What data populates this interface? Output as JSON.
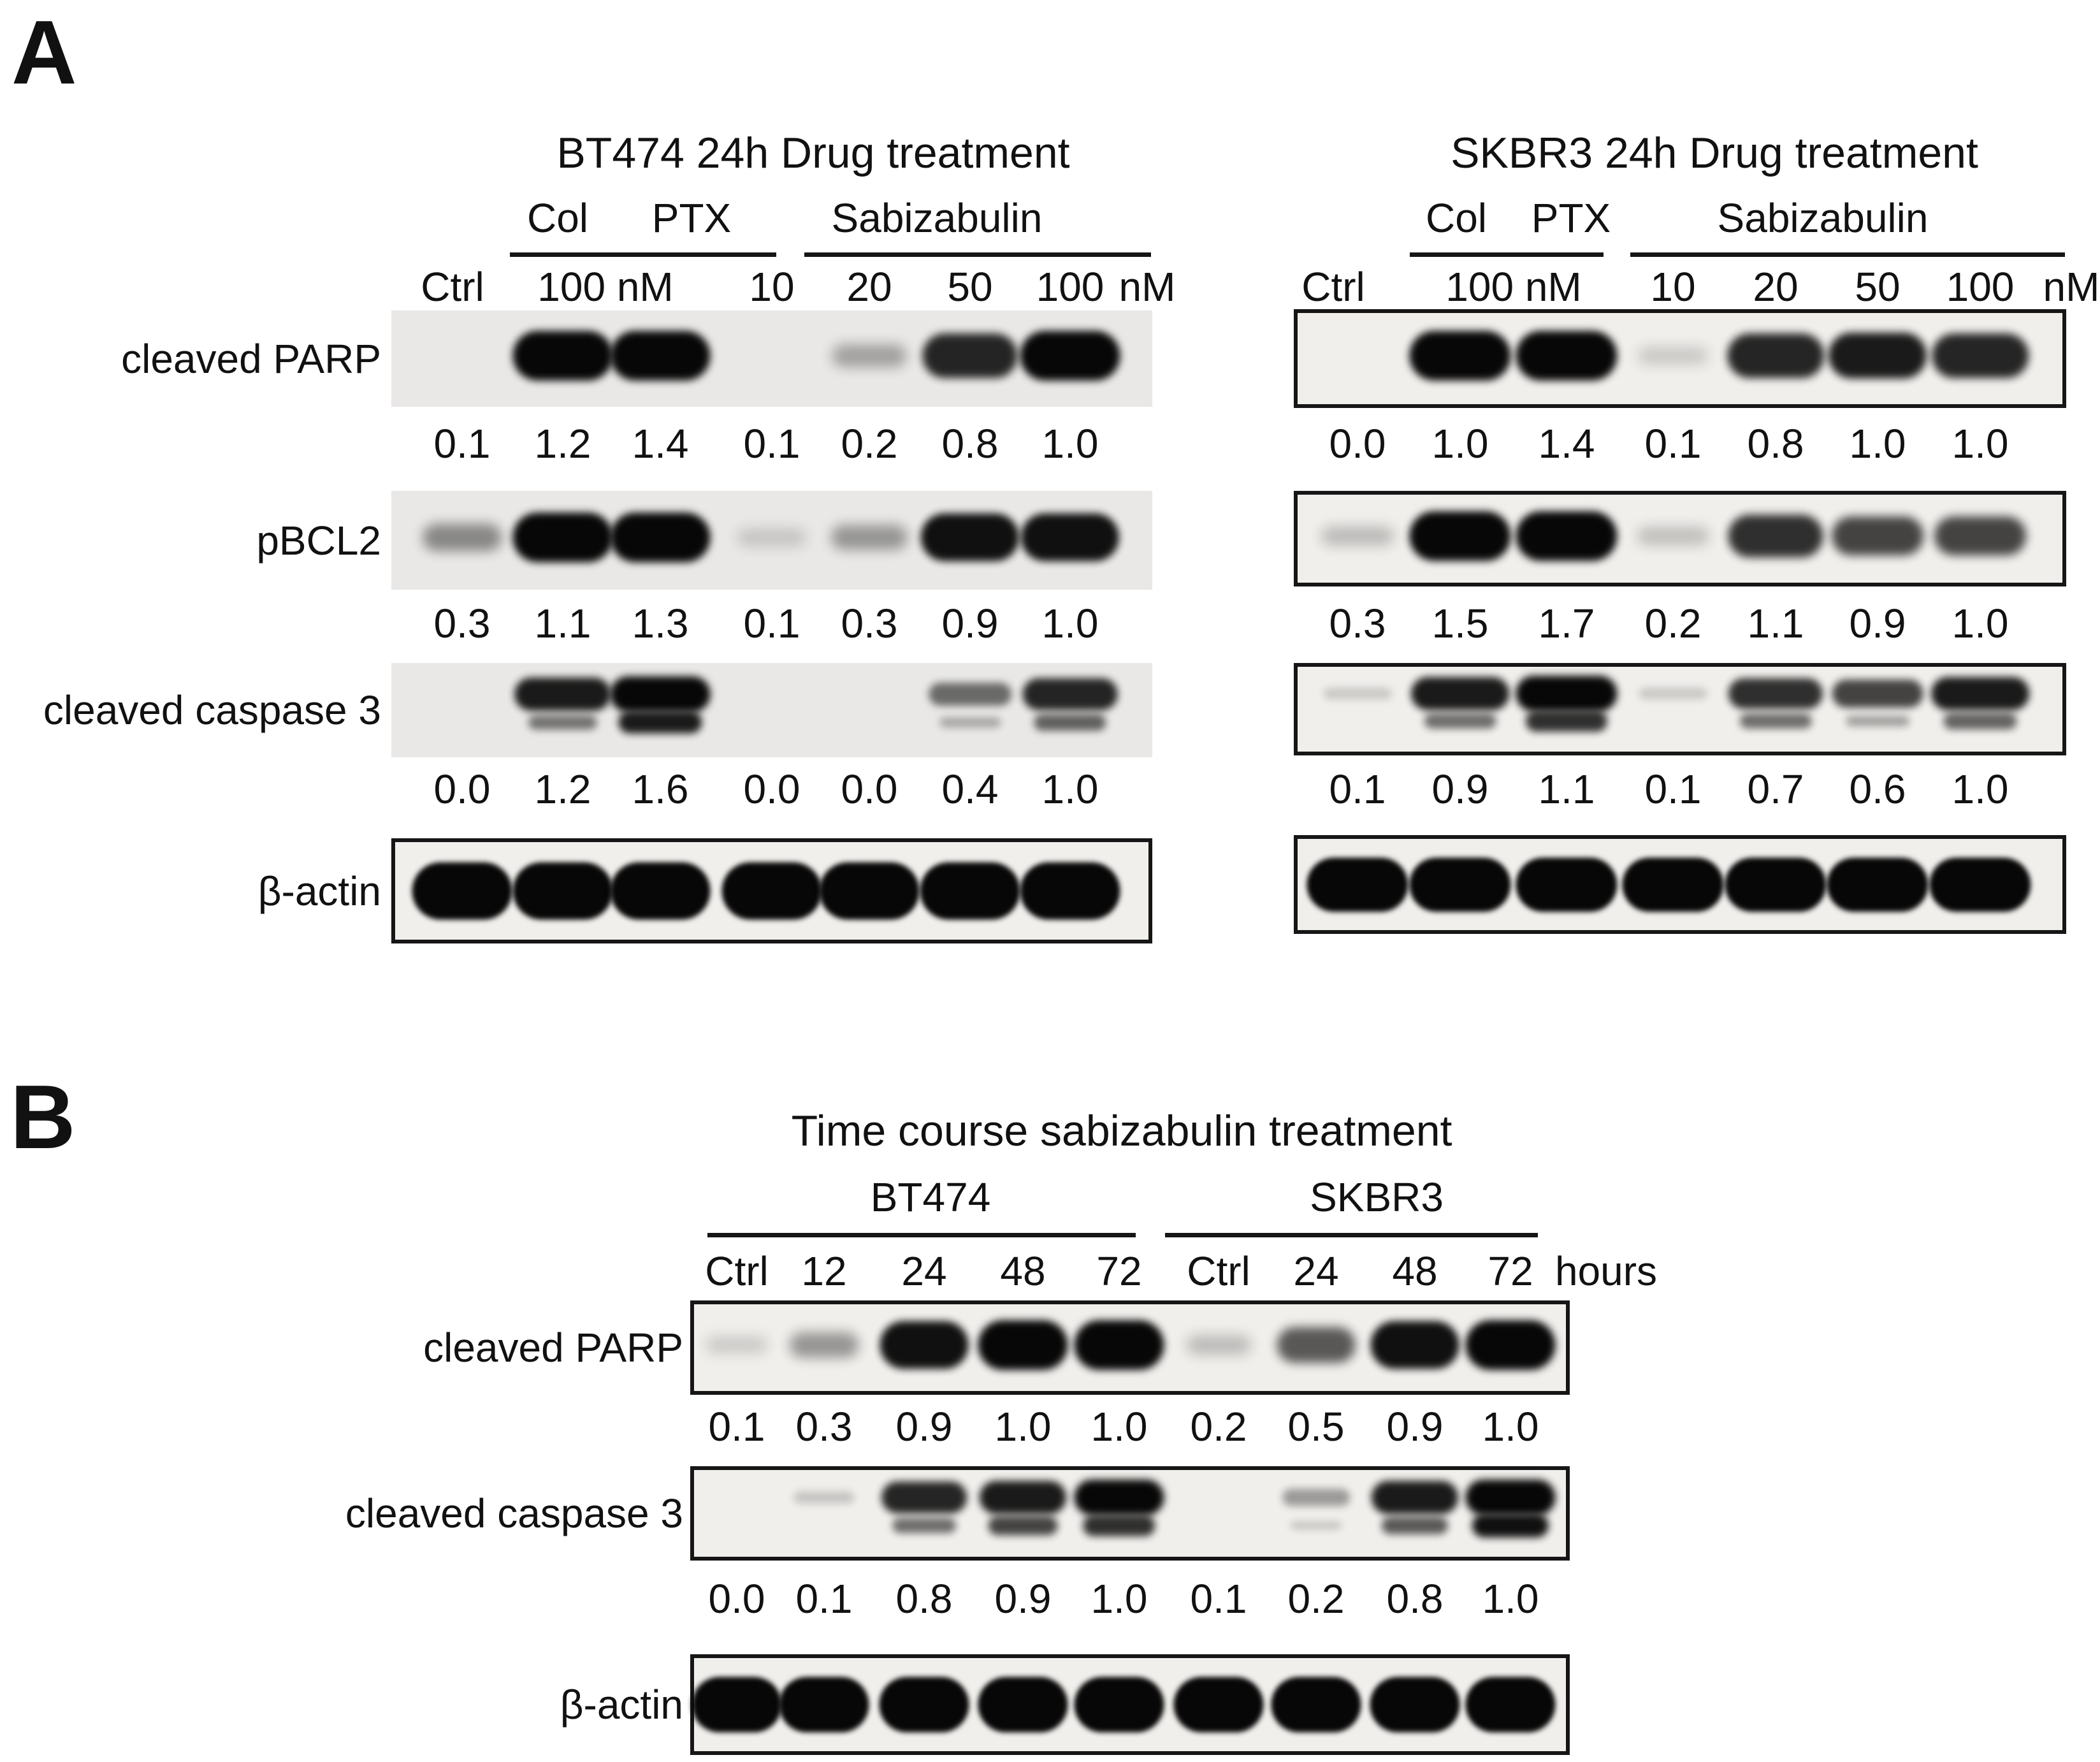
{
  "figure": {
    "panel_a": {
      "label": "A",
      "groups": [
        {
          "title": "BT474 24h Drug treatment",
          "drug1": "Col",
          "drug2": "PTX",
          "drug3": "Sabizabulin",
          "control_label": "Ctrl",
          "dose_label": "100 nM",
          "doses": [
            "10",
            "20",
            "50",
            "100"
          ],
          "unit": "nM",
          "rows": [
            {
              "label": "cleaved PARP",
              "values": [
                "0.1",
                "1.2",
                "1.4",
                "0.1",
                "0.2",
                "0.8",
                "1.0"
              ],
              "bands": [
                0,
                1,
                1,
                0,
                0.22,
                0.85,
                1
              ]
            },
            {
              "label": "pBCL2",
              "values": [
                "0.3",
                "1.1",
                "1.3",
                "0.1",
                "0.3",
                "0.9",
                "1.0"
              ],
              "bands": [
                0.35,
                1,
                1,
                0.05,
                0.28,
                0.95,
                0.95
              ]
            },
            {
              "label": "cleaved caspase 3",
              "values": [
                "0.0",
                "1.2",
                "1.6",
                "0.0",
                "0.0",
                "0.4",
                "1.0"
              ],
              "bands": [
                [
                  0,
                  0
                ],
                [
                  0.9,
                  0.45
                ],
                [
                  1,
                  0.9
                ],
                [
                  0,
                  0
                ],
                [
                  0,
                  0
                ],
                [
                  0.5,
                  0.2
                ],
                [
                  0.85,
                  0.55
                ]
              ]
            },
            {
              "label": "β-actin",
              "bands": [
                1,
                1,
                1,
                1,
                1,
                1,
                1
              ]
            }
          ]
        },
        {
          "title": "SKBR3 24h Drug treatment",
          "drug1": "Col",
          "drug2": "PTX",
          "drug3": "Sabizabulin",
          "control_label": "Ctrl",
          "dose_label": "100 nM",
          "doses": [
            "10",
            "20",
            "50",
            "100"
          ],
          "unit": "nM",
          "rows": [
            {
              "values": [
                "0.0",
                "1.0",
                "1.4",
                "0.1",
                "0.8",
                "1.0",
                "1.0"
              ],
              "bands": [
                0,
                1,
                1,
                0.06,
                0.85,
                0.9,
                0.85
              ]
            },
            {
              "values": [
                "0.3",
                "1.5",
                "1.7",
                "0.2",
                "1.1",
                "0.9",
                "1.0"
              ],
              "bands": [
                0.12,
                1,
                1,
                0.1,
                0.8,
                0.7,
                0.7
              ]
            },
            {
              "values": [
                "0.1",
                "0.9",
                "1.1",
                "0.1",
                "0.7",
                "0.6",
                "1.0"
              ],
              "bands": [
                [
                  0.05,
                  0
                ],
                [
                  0.9,
                  0.5
                ],
                [
                  1,
                  0.8
                ],
                [
                  0.05,
                  0
                ],
                [
                  0.8,
                  0.5
                ],
                [
                  0.7,
                  0.25
                ],
                [
                  0.9,
                  0.55
                ]
              ]
            },
            {
              "bands": [
                1,
                1,
                1,
                1,
                1,
                1,
                1
              ]
            }
          ]
        }
      ]
    },
    "panel_b": {
      "label": "B",
      "title": "Time course sabizabulin treatment",
      "cell_lines": [
        "BT474",
        "SKBR3"
      ],
      "lane_labels": [
        "Ctrl",
        "12",
        "24",
        "48",
        "72",
        "Ctrl",
        "24",
        "48",
        "72"
      ],
      "unit": "hours",
      "rows": [
        {
          "label": "cleaved PARP",
          "values": [
            "0.1",
            "0.3",
            "0.9",
            "1.0",
            "1.0",
            "0.2",
            "0.5",
            "0.9",
            "1.0"
          ],
          "bands": [
            0.05,
            0.3,
            0.95,
            1,
            1,
            0.12,
            0.6,
            0.95,
            1
          ]
        },
        {
          "label": "cleaved caspase 3",
          "values": [
            "0.0",
            "0.1",
            "0.8",
            "0.9",
            "1.0",
            "0.1",
            "0.2",
            "0.8",
            "1.0"
          ],
          "bands": [
            [
              0,
              0
            ],
            [
              0.07,
              0
            ],
            [
              0.85,
              0.5
            ],
            [
              0.9,
              0.7
            ],
            [
              1,
              0.8
            ],
            [
              0.03,
              0
            ],
            [
              0.28,
              0.08
            ],
            [
              0.9,
              0.6
            ],
            [
              1,
              0.95
            ]
          ]
        },
        {
          "label": "β-actin",
          "bands": [
            1,
            1,
            1,
            1,
            1,
            1,
            1,
            1,
            1
          ]
        }
      ]
    }
  }
}
